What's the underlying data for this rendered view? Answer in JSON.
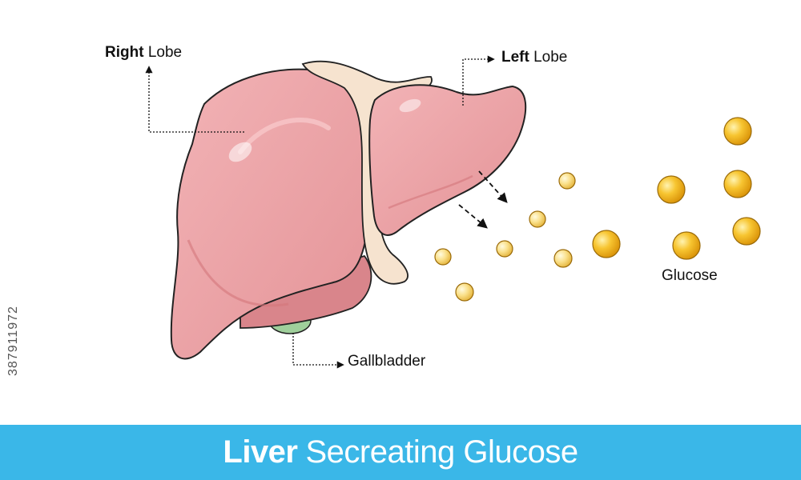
{
  "labels": {
    "right_lobe_bold": "Right",
    "right_lobe_rest": " Lobe",
    "left_lobe_bold": "Left",
    "left_lobe_rest": " Lobe",
    "gallbladder": "Gallbladder",
    "glucose": "Glucose"
  },
  "banner": {
    "title_bold": "Liver",
    "title_rest": "Secreating Glucose",
    "color": "#3ab7e8"
  },
  "stock_id": "387911972",
  "colors": {
    "liver": "#eaa2a6",
    "liver_dark": "#d9858b",
    "ligament": "#f6e3cf",
    "gallbladder": "#9fcf9b",
    "glucose": "#f2b823"
  }
}
